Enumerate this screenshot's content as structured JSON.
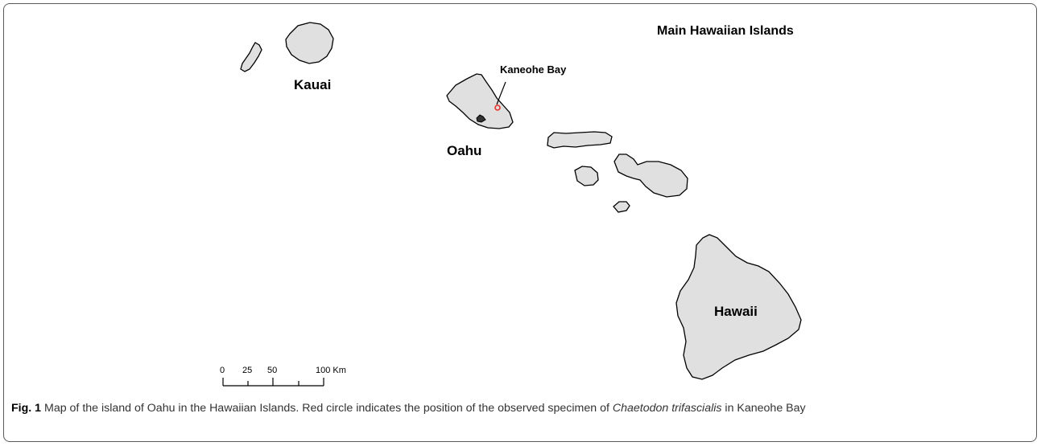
{
  "map": {
    "title": "Main Hawaiian Islands",
    "labels": {
      "kauai": "Kauai",
      "oahu": "Oahu",
      "hawaii": "Hawaii",
      "kaneohe_bay": "Kaneohe Bay"
    },
    "scale_bar": {
      "ticks": [
        "0",
        "25",
        "50",
        "100 Km"
      ]
    },
    "colors": {
      "land": "#e0e0e0",
      "outline": "#000000",
      "marker": "#e8312a"
    }
  },
  "caption": {
    "fig_label": "Fig. 1",
    "text_before": " Map of the island of Oahu in the Hawaiian Islands. Red circle indicates the position of the observed specimen of ",
    "species": "Chaetodon trifascialis",
    "text_after": " in Kaneohe Bay"
  }
}
